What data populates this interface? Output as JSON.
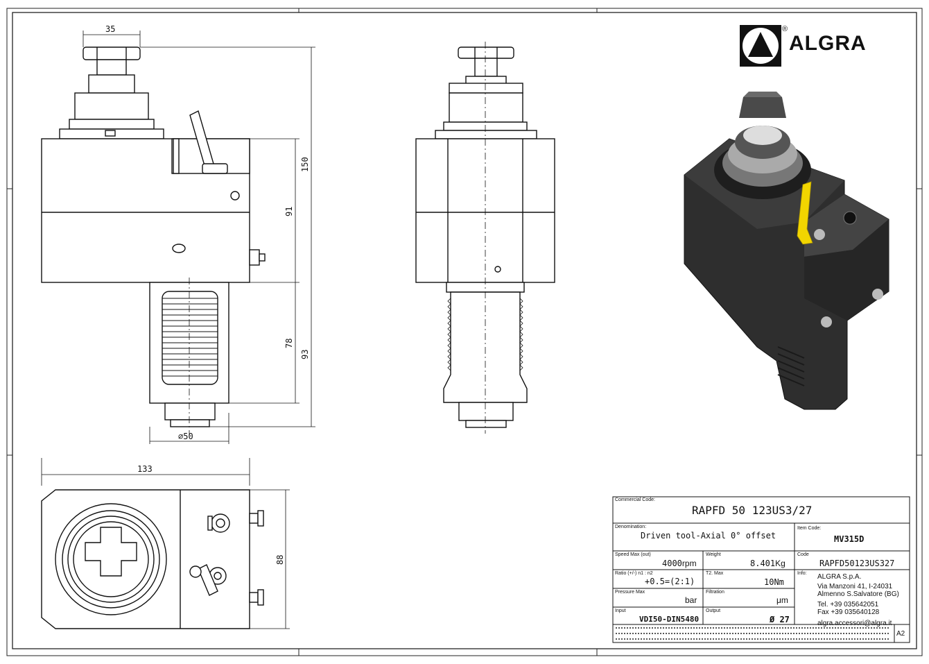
{
  "logo": {
    "brand": "ALGRA",
    "registered": "®"
  },
  "dimensions": {
    "top_width": "35",
    "overall_height": "150",
    "body_height": "91",
    "shank_height": "78",
    "lower_height": "93",
    "diameter": "∅50",
    "plan_width": "133",
    "plan_depth": "88"
  },
  "title_block": {
    "commercial_code_label": "Commercial Code:",
    "commercial_code": "RAPFD 50 123US3/27",
    "denomination_label": "Denomination:",
    "denomination": "Driven tool-Axial 0° offset",
    "item_code_label": "Item Code:",
    "item_code": "MV315D",
    "speed_label": "Speed Max (out)",
    "speed": "4000",
    "speed_unit": "rpm",
    "weight_label": "Weight",
    "weight": "8.401",
    "weight_unit": "Kg",
    "code_label": "Code",
    "code": "RAPFD50123US327",
    "ratio_label": "Ratio (+/-) n1 : n2",
    "ratio": "+0.5=(2:1)",
    "torque_label": "T2. Max",
    "torque": "10Nm",
    "info_label": "Info:",
    "pressure_label": "Pressure Max",
    "pressure_unit": "bar",
    "filtration_label": "Filtration",
    "filtration_unit": "μm",
    "input_label": "Input",
    "input": "VDI50-DIN5480",
    "output_label": "Output",
    "output": "Ø 27",
    "company": {
      "name": "ALGRA S.p.A.",
      "address1": "Via Manzoni 41, I-24031",
      "address2": "Almenno S.Salvatore (BG)",
      "tel": "Tel. +39 035642051",
      "fax": "Fax +39 035640128",
      "email": "algra.accessori@algra.it"
    },
    "sheet_size": "A2"
  }
}
